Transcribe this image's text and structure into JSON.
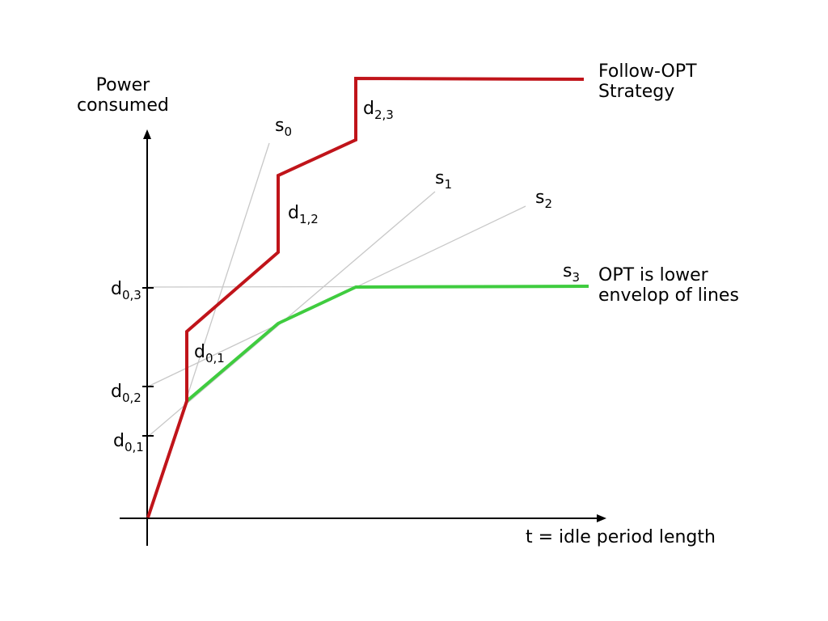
{
  "labels": {
    "y_axis": [
      "Power",
      "consumed"
    ],
    "x_axis": "t = idle period length",
    "follow_opt": [
      "Follow-OPT",
      "Strategy"
    ],
    "opt": [
      "OPT is lower",
      "envelop of lines"
    ]
  },
  "lines": [
    {
      "base": "s",
      "sub": "0"
    },
    {
      "base": "s",
      "sub": "1"
    },
    {
      "base": "s",
      "sub": "2"
    },
    {
      "base": "s",
      "sub": "3"
    }
  ],
  "jumps": [
    {
      "base": "d",
      "sub": "0,1"
    },
    {
      "base": "d",
      "sub": "1,2"
    },
    {
      "base": "d",
      "sub": "2,3"
    }
  ],
  "ticks": [
    {
      "base": "d",
      "sub": "0,1"
    },
    {
      "base": "d",
      "sub": "0,2"
    },
    {
      "base": "d",
      "sub": "0,3"
    }
  ],
  "colors": {
    "follow_opt": "#c0141a",
    "opt": "#3fcc3f",
    "lines": "#c8c8c8",
    "axis": "#000000"
  }
}
